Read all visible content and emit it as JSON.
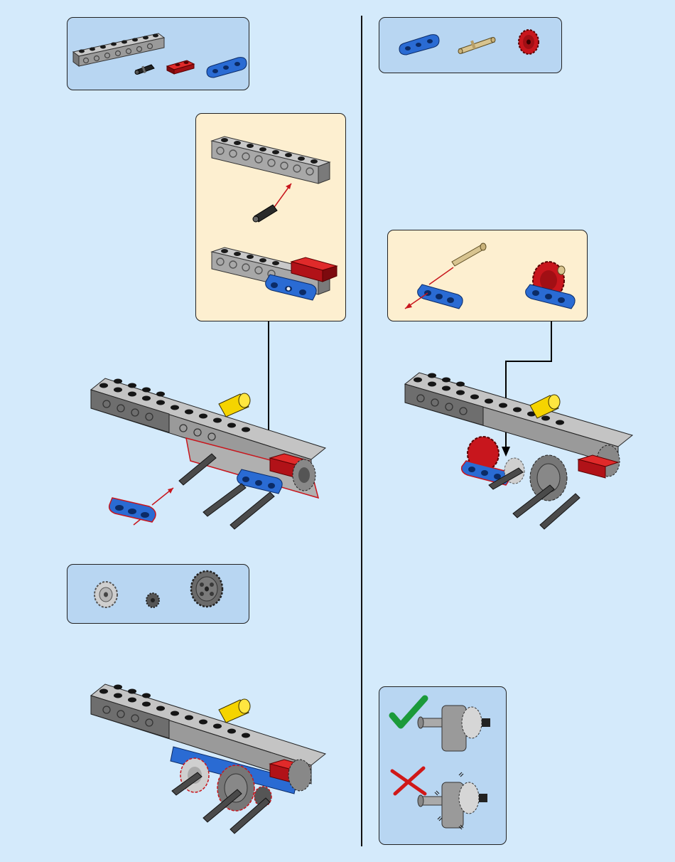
{
  "page": {
    "background": "#d4eafb",
    "parts_box_color": "#b8d6f2",
    "subassembly_box_color": "#fdefd0",
    "border_color": "#222222"
  },
  "colors": {
    "light_gray": "#a9a9a9",
    "dark_gray": "#555555",
    "black": "#1a1a1a",
    "red": "#c8161d",
    "blue": "#1f5fbf",
    "tan": "#d8c490",
    "yellow": "#f5d400",
    "callout_red": "#c8161d",
    "check_green": "#1b9a3a",
    "cross_red": "#d01818"
  },
  "steps": [
    {
      "name": "left-top-step",
      "parts": [
        "technic-beam-1x8-light-gray-icon",
        "connector-pin-black-icon",
        "plate-with-hole-red-icon",
        "liftarm-1x3-blue-icon"
      ],
      "subassembly": [
        "beam-with-pin-icon",
        "beam-with-plate-and-liftarm-icon"
      ]
    },
    {
      "name": "left-bottom-step",
      "parts": [
        "gear-16-tooth-light-gray-icon",
        "gear-8-tooth-dark-gray-icon",
        "gear-24-tooth-dark-gray-icon"
      ]
    },
    {
      "name": "right-top-step",
      "parts": [
        "liftarm-1x3-blue-icon",
        "axle-pin-tan-icon",
        "gear-12-tooth-red-icon"
      ],
      "subassembly": [
        "liftarm-with-axle-pin-icon",
        "liftarm-with-red-gear-icon"
      ]
    },
    {
      "name": "right-bottom-check",
      "items": [
        "correct-orientation-check-icon",
        "wrong-orientation-cross-icon"
      ]
    }
  ]
}
